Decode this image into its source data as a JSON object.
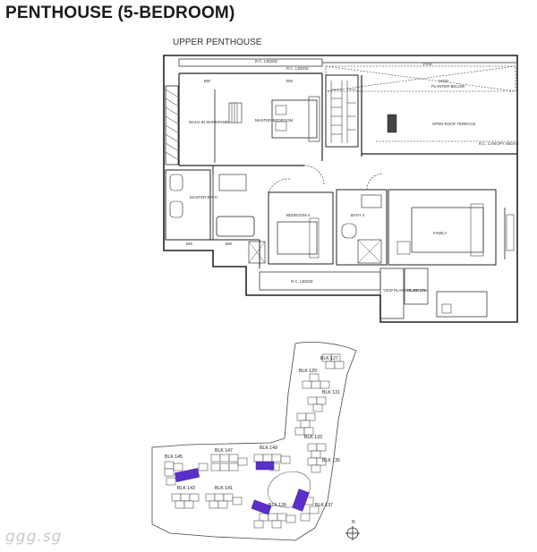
{
  "page": {
    "title": "PENTHOUSE (5-BEDROOM)",
    "subtitle": "UPPER PENTHOUSE",
    "watermark": "ggg.sg"
  },
  "plan": {
    "labels": {
      "rc_ledge_top": "R.C. LEDGE",
      "rc_ledge_top2": "R.C. LEDGE",
      "void_top": "VOID",
      "void": "VOID",
      "planter_below": "PLANTER BELOW",
      "bw1": "BW",
      "bw2": "BW",
      "walk_in_wardrobe": "WALK-IN WARDROBE",
      "master_bedroom": "MASTER BEDROOM",
      "open_roof_terrace": "OPEN ROOF TERRACE",
      "rc_canopy_above": "R.C. CANOPY ABOVE",
      "master_bath": "MASTER BATH",
      "bedroom_4": "BEDROOM 4",
      "bath_3": "BATH 3",
      "family": "FAMILY",
      "bw3": "BW",
      "bw4": "BW",
      "rc_ledge_bottom": "R.C. LEDGE",
      "void_planter_below": "VOID PLANTER BELOW",
      "planter": "PLANTER"
    }
  },
  "site": {
    "blocks": [
      {
        "label": "BLK 127"
      },
      {
        "label": "BLK 129"
      },
      {
        "label": "BLK 131"
      },
      {
        "label": "BLK 133"
      },
      {
        "label": "BLK 135"
      },
      {
        "label": "BLK 137"
      },
      {
        "label": "BLK 139"
      },
      {
        "label": "BLK 141"
      },
      {
        "label": "BLK 143"
      },
      {
        "label": "BLK 145"
      },
      {
        "label": "BLK 147"
      },
      {
        "label": "BLK 149"
      }
    ],
    "north_label": "N"
  },
  "colors": {
    "wall": "#222222",
    "highlight": "#5b2fc9",
    "watermark": "#c9c9c9"
  }
}
